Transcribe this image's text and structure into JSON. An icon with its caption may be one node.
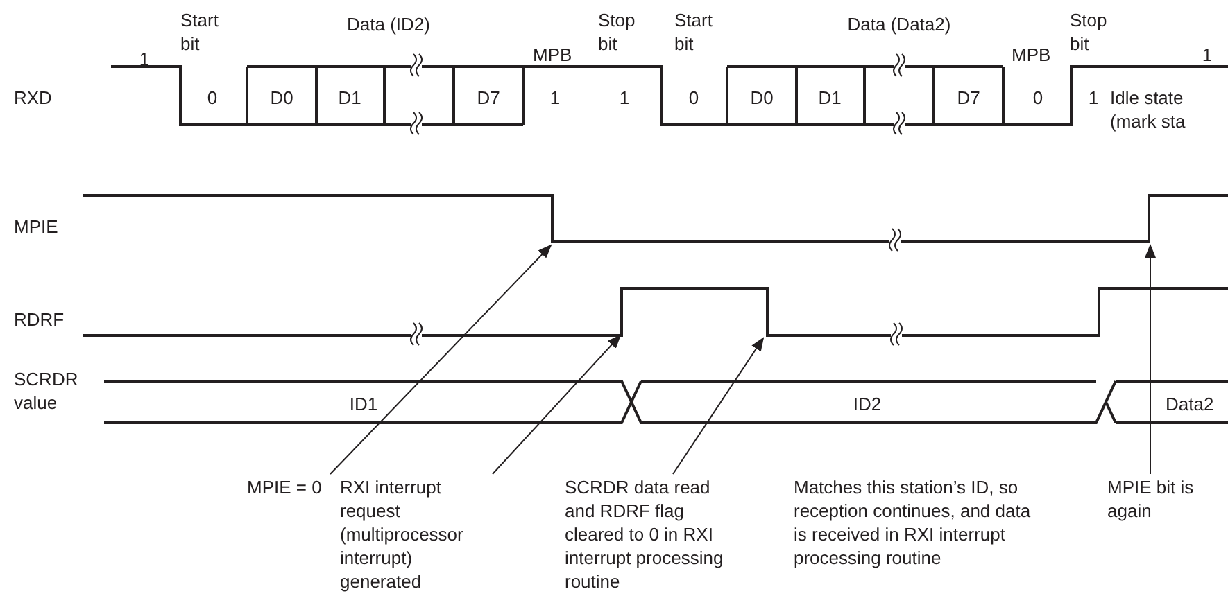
{
  "diagram": {
    "nodes": [
      {
        "text": [
          "MPIE = 0"
        ]
      },
      {
        "text": [
          "RXI interrupt request (multiprocessor interrupt) generated"
        ]
      },
      {
        "text": [
          "SCRDR data read and RDRF flag cleared to 0 in RXI interrupt processing routine"
        ]
      },
      {
        "text": [
          "MPIE bit is again"
        ]
      }
    ],
    "edges": [
      {
        "from": 0,
        "to": null,
        "arrow": "to"
      },
      {
        "from": 1,
        "to": null,
        "arrow": "to"
      },
      {
        "from": 2,
        "to": null,
        "arrow": "to"
      },
      {
        "from": 3,
        "to": null,
        "arrow": "to"
      }
    ],
    "labels": [
      "1",
      "Start bit",
      "Data (ID2)",
      "MPB",
      "Stop bit",
      "Start bit",
      "Data (Data2)",
      "MPB",
      "Stop bit",
      "1",
      "RXD",
      "0",
      "D0",
      "D1",
      "D7",
      "1",
      "1",
      "0",
      "D0",
      "D1",
      "D7",
      "0",
      "1",
      "Idle state (mark sta",
      "MPIE",
      "RDRF",
      "SCRDR value",
      "ID1",
      "ID2",
      "Data2",
      "Matches this station’s ID, so reception continues, and  data is received in RXI interrupt processing routine"
    ]
  }
}
